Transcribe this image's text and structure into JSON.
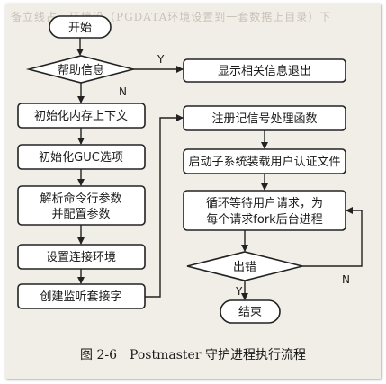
{
  "bleed_text": "备立线占，环境设（PGDATA环境设置到一套数据上目录）下",
  "nodes": {
    "start": "开始",
    "help": "帮助信息",
    "show_help": "显示相关信息退出",
    "init_mem": "初始化内存上下文",
    "init_guc": "初始化GUC选项",
    "parse_line1": "解析命令行参数",
    "parse_line2": "并配置参数",
    "set_env": "设置连接环境",
    "listen": "创建监听套接字",
    "signals": "注册记信号处理函数",
    "subsys": "启动子系统装载用户认证文件",
    "loop_line1": "循环等待用户请求，为",
    "loop_line2": "每个请求fork后台进程",
    "error": "出错",
    "end": "结束"
  },
  "edge_labels": {
    "help_yes": "Y",
    "help_no": "N",
    "error_yes": "Y",
    "error_no": "N"
  },
  "caption": "图 2-6　Postmaster 守护进程执行流程"
}
